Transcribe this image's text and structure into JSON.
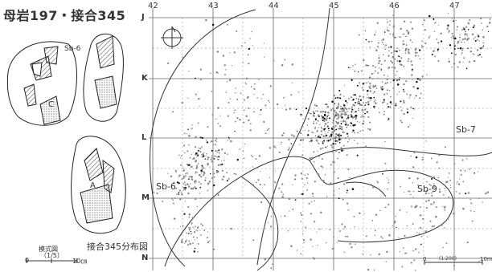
{
  "title": "母岩197・接合345",
  "columns": [
    "42",
    "43",
    "44",
    "45",
    "46",
    "47"
  ],
  "rows": [
    "J",
    "K",
    "L",
    "M",
    "N"
  ],
  "areas": {
    "sb6_map": "Sb-6",
    "sb7": "Sb-7",
    "sb9": "Sb-9",
    "sb6_artifact": "Sb-6"
  },
  "artifact_labels": {
    "c": "C",
    "a": "A"
  },
  "map_caption": "接合345分布図",
  "scale": {
    "title": "模式図",
    "ratio": "（1/5）",
    "zero": "0",
    "ten": "10㎝"
  },
  "corner_scale": {
    "zero": "0",
    "ratio": "(1:200)",
    "ten": "10m"
  },
  "colors": {
    "line": "#333333",
    "dot_dense": "#8a8a8a",
    "dot_dark": "#111111",
    "hatch": "#555555"
  }
}
